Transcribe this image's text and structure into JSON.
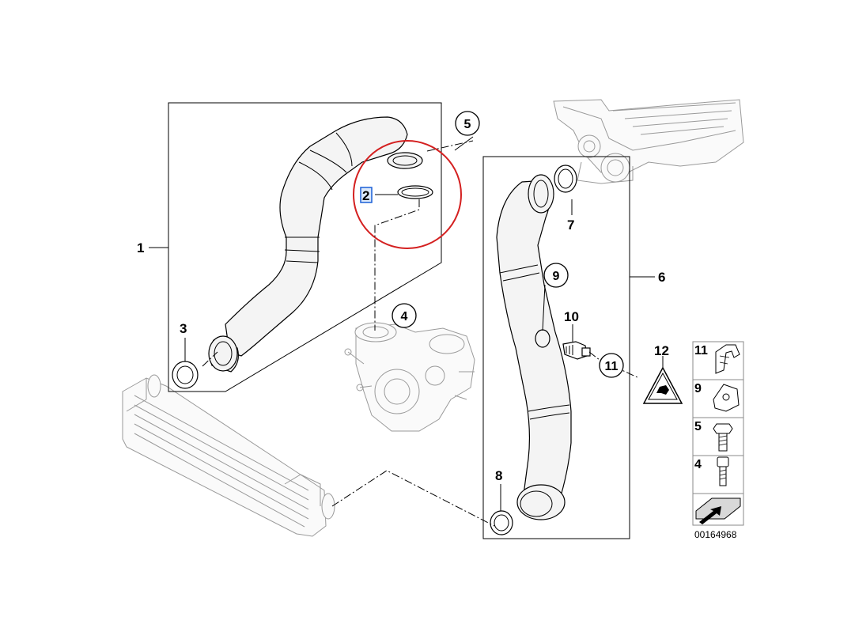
{
  "diagram": {
    "callouts": {
      "c1": "1",
      "c2": "2",
      "c3": "3",
      "c4": "4",
      "c5": "5",
      "c6": "6",
      "c7": "7",
      "c8": "8",
      "c9": "9",
      "c10": "10",
      "c11": "11",
      "c12": "12"
    },
    "legend": {
      "items": [
        "11",
        "9",
        "5",
        "4"
      ]
    },
    "reference_number": "00164968",
    "highlight_color": "#d42020",
    "selected_callout_color": "#1a5fd6"
  }
}
